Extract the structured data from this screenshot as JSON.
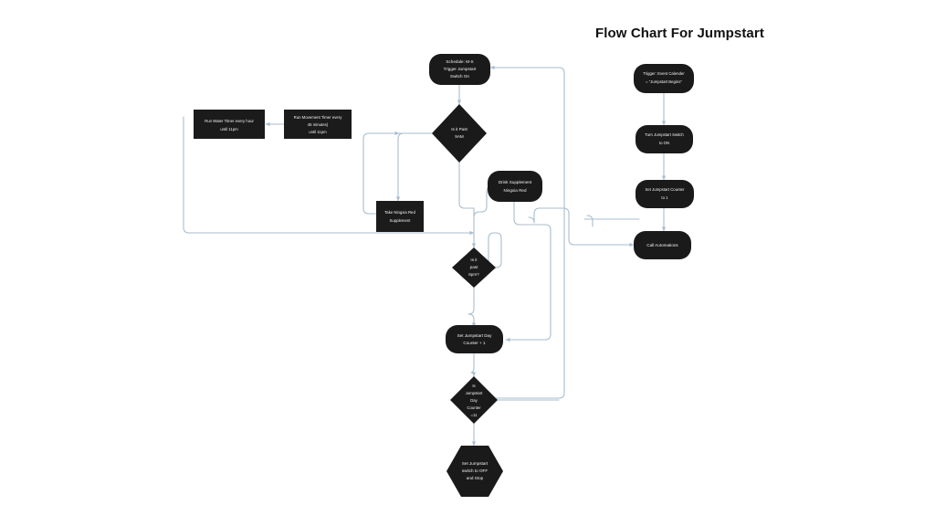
{
  "title": "Flow Chart For Jumpstart",
  "theme": {
    "background": "#ffffff",
    "node_fill": "#1a1a1a",
    "node_text": "#f2f2f2",
    "edge_color": "#a9bdcd",
    "title_color": "#111111"
  },
  "nodes": [
    {
      "id": "schedule",
      "shape": "rounded-rect",
      "lines": [
        "Schedule: M-S",
        "Trigger Jumpstart",
        "Switch On"
      ]
    },
    {
      "id": "is_past_9am",
      "shape": "diamond",
      "lines": [
        "Is it Past",
        "9AM"
      ]
    },
    {
      "id": "water_timer",
      "shape": "rect",
      "lines": [
        "Run Water Timer every hour",
        "until 11pm"
      ]
    },
    {
      "id": "movement_timer",
      "shape": "rect",
      "lines": [
        "Run Movement Timer every",
        "45 minutes)",
        "until 11pm"
      ]
    },
    {
      "id": "take_ningxia",
      "shape": "rect",
      "lines": [
        "Take Ningxia Red",
        "Supplement"
      ]
    },
    {
      "id": "drink_supplement",
      "shape": "rounded-rect",
      "lines": [
        "Drink Supplement",
        "Ningxia Red"
      ]
    },
    {
      "id": "is_past_6pm",
      "shape": "diamond",
      "lines": [
        "Is it",
        "past",
        "6pm?"
      ]
    },
    {
      "id": "set_day_counter",
      "shape": "rounded-rect",
      "lines": [
        "Set Jumpstart Day",
        "Counter + 1"
      ]
    },
    {
      "id": "is_counter_11",
      "shape": "diamond",
      "lines": [
        "Is",
        "Jumpstart",
        "Day",
        "Counter",
        "=11"
      ]
    },
    {
      "id": "switch_off",
      "shape": "hexagon",
      "lines": [
        "Set Jumpstart",
        "switch to OFF",
        "and Stop"
      ]
    },
    {
      "id": "trigger_calendar",
      "shape": "rounded-rect",
      "lines": [
        "Trigger: Event Calender",
        "= \"Jumpstart Begins\""
      ]
    },
    {
      "id": "turn_switch_on",
      "shape": "rounded-rect",
      "lines": [
        "Turn Jumpstart Switch",
        "to ON"
      ]
    },
    {
      "id": "set_counter_1",
      "shape": "rounded-rect",
      "lines": [
        "Set Jumpstart Counter",
        "to 1"
      ]
    },
    {
      "id": "call_automations",
      "shape": "rounded-rect",
      "lines": [
        "Call Automations"
      ]
    }
  ],
  "labels": {
    "schedule_l1": "Schedule: M-S",
    "schedule_l2": "Trigger Jumpstart",
    "schedule_l3": "Switch On",
    "is9am_l1": "Is it Past",
    "is9am_l2": "9AM",
    "water_l1": "Run Water Timer every hour",
    "water_l2": "until 11pm",
    "move_l1": "Run Movement Timer every",
    "move_l2": "45 minutes)",
    "move_l3": "until 11pm",
    "take_l1": "Take Ningxia Red",
    "take_l2": "Supplement",
    "drink_l1": "Drink Supplement",
    "drink_l2": "Ningxia Red",
    "is6pm_l1": "Is it",
    "is6pm_l2": "past",
    "is6pm_l3": "6pm?",
    "daycount_l1": "Set Jumpstart Day",
    "daycount_l2": "Counter + 1",
    "is11_l1": "Is",
    "is11_l2": "Jumpstart",
    "is11_l3": "Day",
    "is11_l4": "Counter",
    "is11_l5": "=11",
    "off_l1": "Set Jumpstart",
    "off_l2": "switch to OFF",
    "off_l3": "and Stop",
    "trigger_l1": "Trigger: Event Calender",
    "trigger_l2": "= \"Jumpstart Begins\"",
    "turnon_l1": "Turn Jumpstart Switch",
    "turnon_l2": "to ON",
    "setc_l1": "Set Jumpstart Counter",
    "setc_l2": "to 1",
    "call_l1": "Call Automations"
  }
}
